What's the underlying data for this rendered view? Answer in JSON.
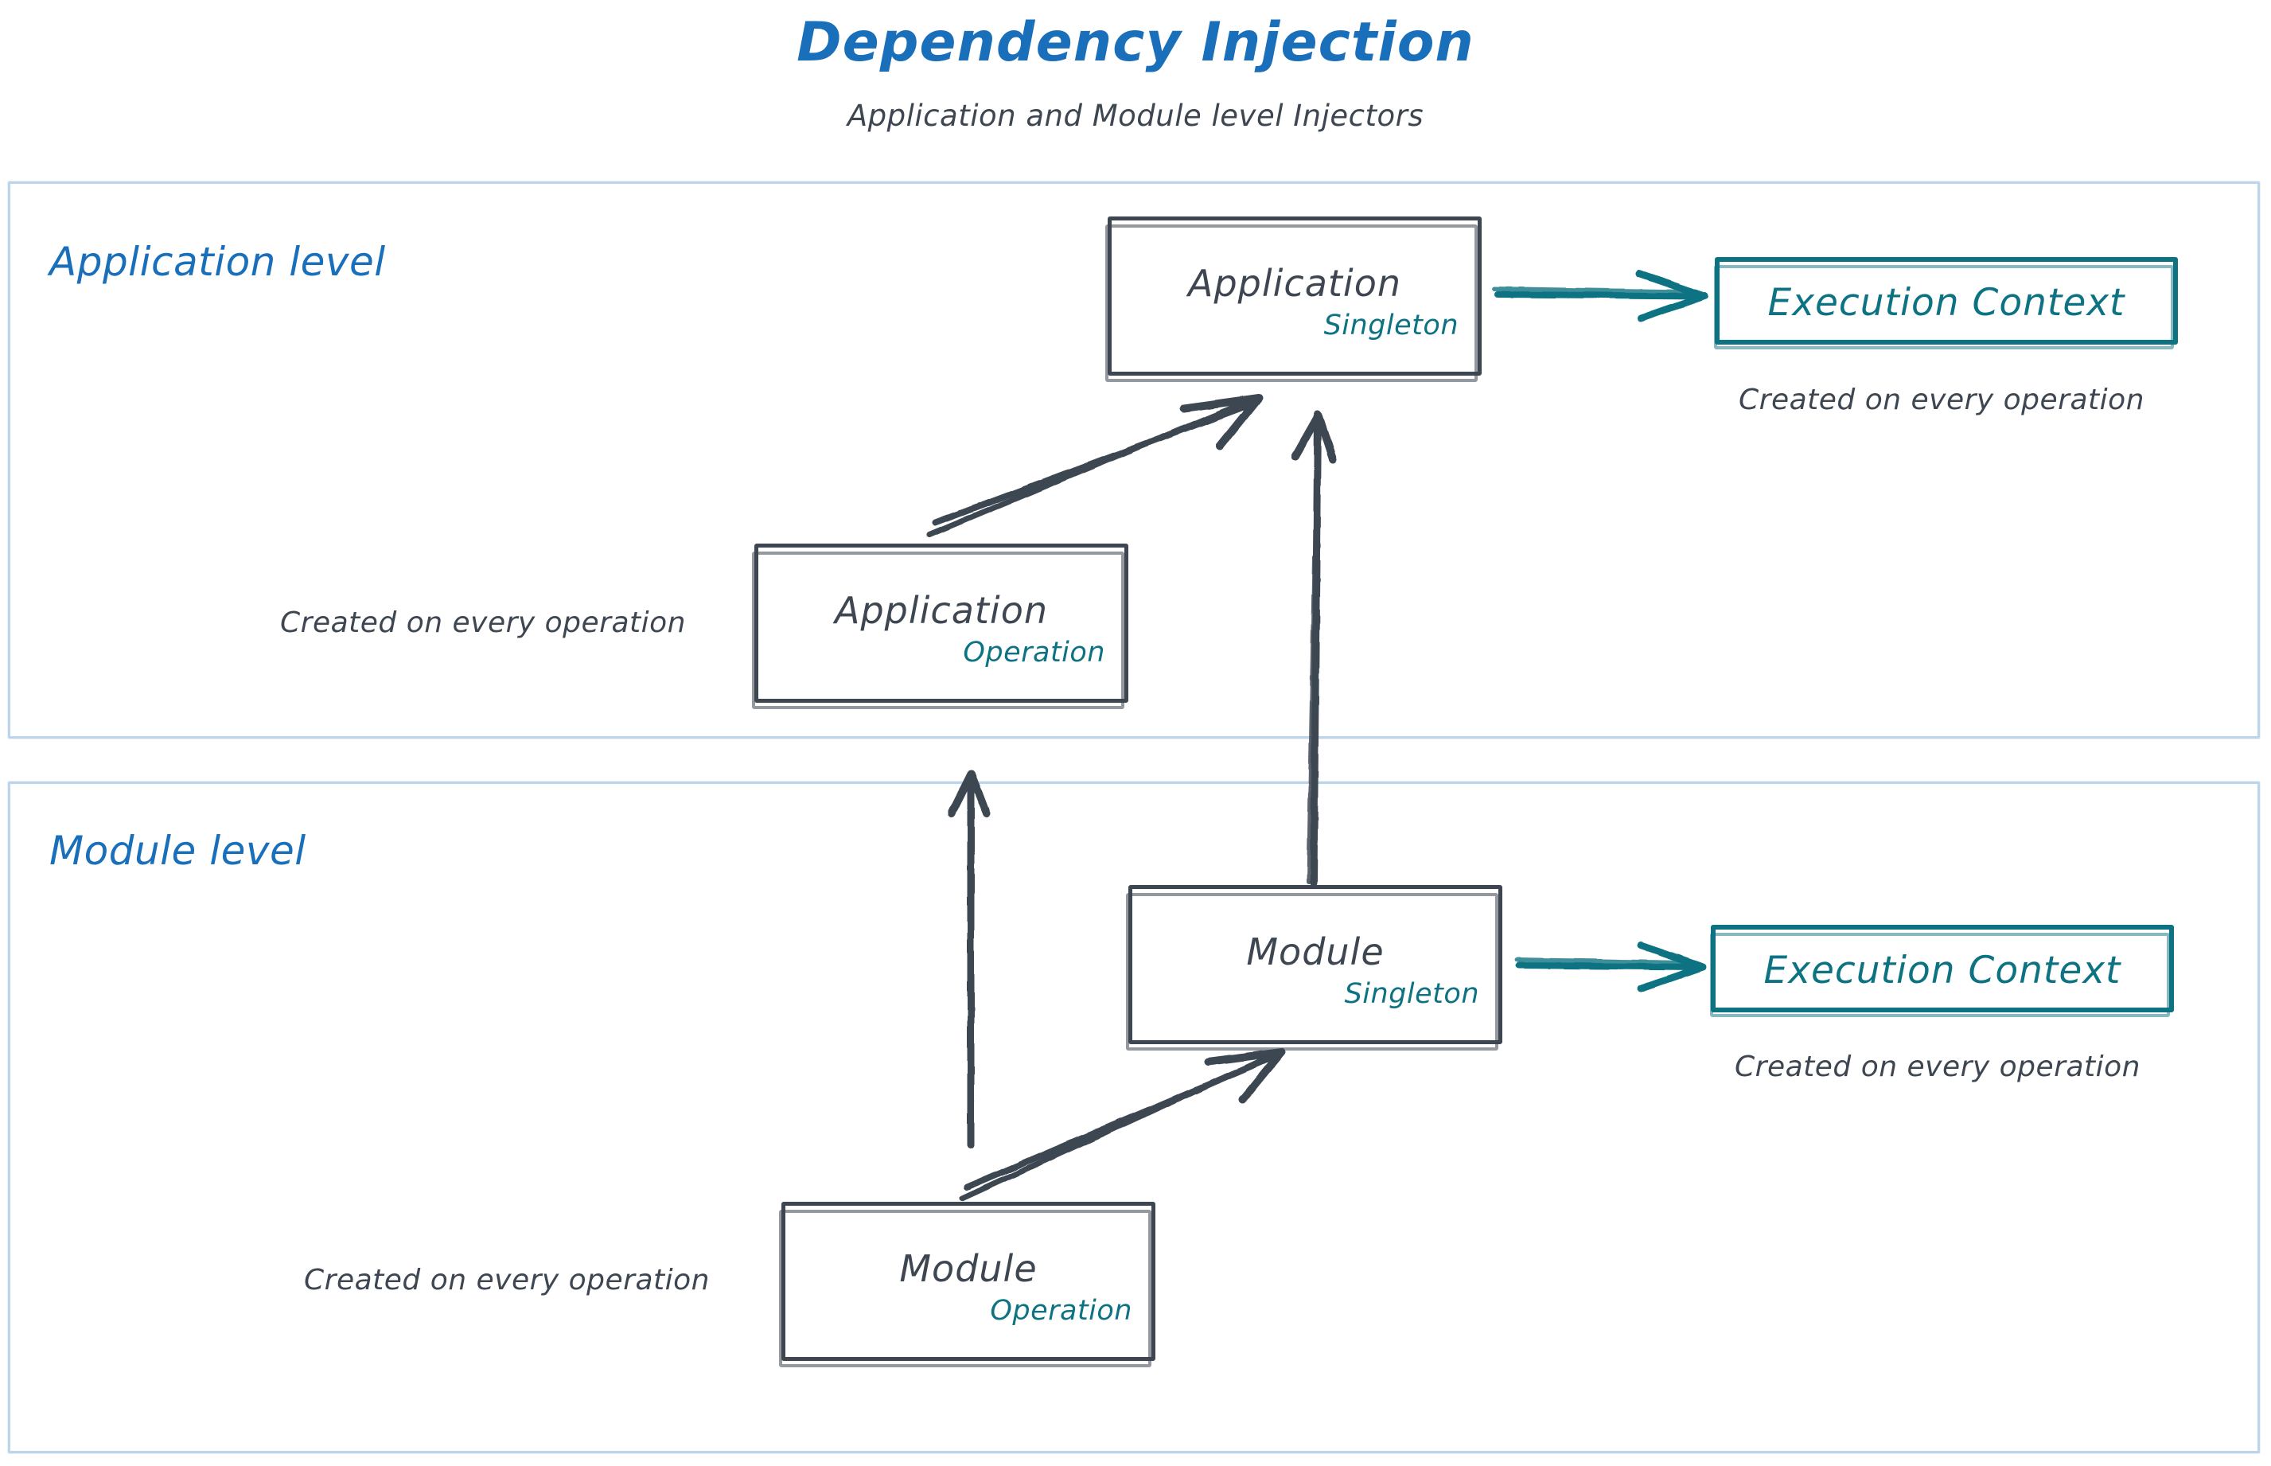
{
  "header": {
    "title": "Dependency Injection",
    "subtitle": "Application and Module level Injectors",
    "title_color": "#1a6fba",
    "subtitle_color": "#3d4651"
  },
  "colors": {
    "accent_blue": "#1a6fba",
    "container_border": "#bcd4ec",
    "node_stroke": "#3d4651",
    "teal": "#0d7383",
    "background": "#ffffff"
  },
  "levels": [
    {
      "id": "application",
      "label": "Application level"
    },
    {
      "id": "module",
      "label": "Module level"
    }
  ],
  "nodes": {
    "app_singleton": {
      "title": "Application",
      "tag": "Singleton"
    },
    "app_operation": {
      "title": "Application",
      "tag": "Operation"
    },
    "mod_singleton": {
      "title": "Module",
      "tag": "Singleton"
    },
    "mod_operation": {
      "title": "Module",
      "tag": "Operation"
    }
  },
  "exec_contexts": {
    "application": {
      "label": "Execution Context",
      "caption": "Created on every operation"
    },
    "module": {
      "label": "Execution Context",
      "caption": "Created on every operation"
    }
  },
  "captions": {
    "app_operation": "Created on every operation",
    "mod_operation": "Created on every operation"
  },
  "arrows": [
    {
      "name": "app-singleton-to-exec-context",
      "from": "app_singleton",
      "to": "exec_app",
      "color": "#0d7383"
    },
    {
      "name": "app-operation-to-app-singleton",
      "from": "app_operation",
      "to": "app_singleton",
      "color": "#3d4651"
    },
    {
      "name": "mod-singleton-to-app-singleton",
      "from": "mod_singleton",
      "to": "app_singleton",
      "color": "#3d4651"
    },
    {
      "name": "mod-level-to-app-level",
      "from": "module_level",
      "to": "application_level",
      "color": "#3d4651"
    },
    {
      "name": "mod-singleton-to-exec-context",
      "from": "mod_singleton",
      "to": "exec_mod",
      "color": "#0d7383"
    },
    {
      "name": "mod-operation-to-mod-singleton",
      "from": "mod_operation",
      "to": "mod_singleton",
      "color": "#3d4651"
    }
  ]
}
